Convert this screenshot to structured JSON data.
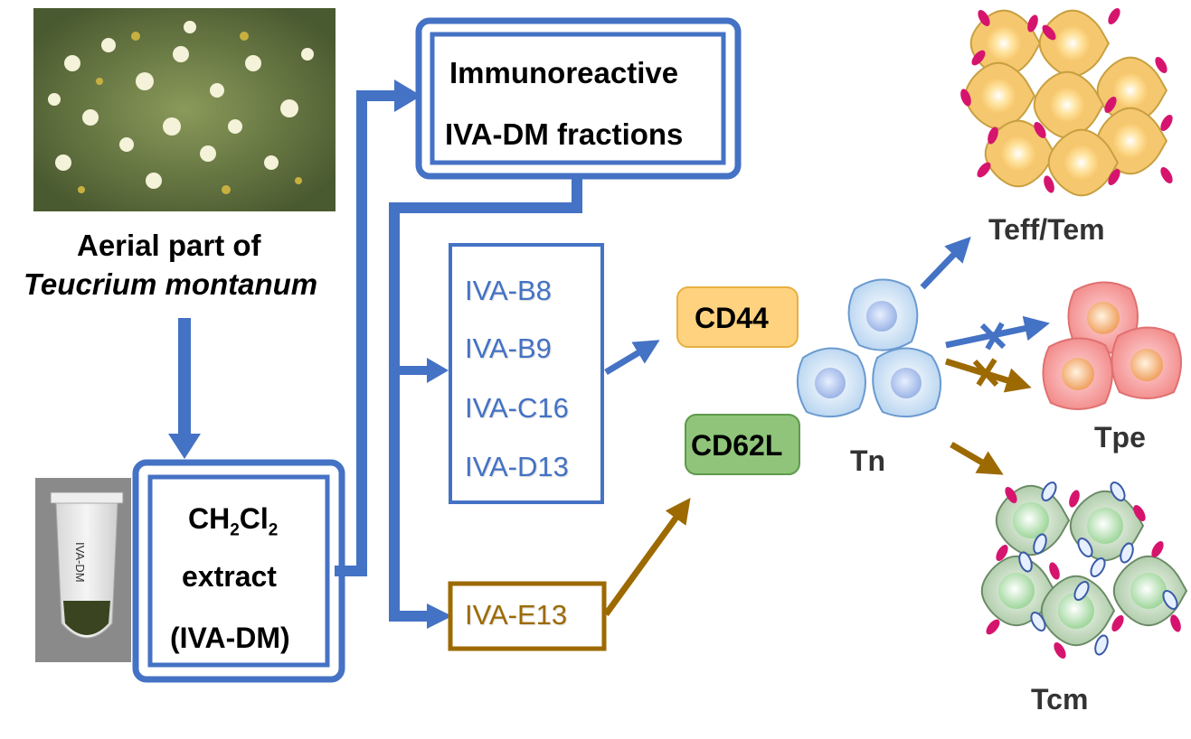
{
  "source": {
    "title_line1": "Aerial part of",
    "title_line2": "Teucrium montanum"
  },
  "extract": {
    "formula_main": "CH",
    "formula_sub1": "2",
    "formula_mid": "Cl",
    "formula_sub2": "2",
    "line2": "extract",
    "line3": "(IVA-DM)"
  },
  "immuno": {
    "line1": "Immunoreactive",
    "line2": "IVA-DM fractions"
  },
  "fractions_blue": [
    "IVA-B8",
    "IVA-B9",
    "IVA-C16",
    "IVA-D13"
  ],
  "fraction_brown": "IVA-E13",
  "markers": {
    "cd44": "CD44",
    "cd62l": "CD62L"
  },
  "cells": {
    "tn": "Tn",
    "teff": "Teff/Tem",
    "tpe": "Tpe",
    "tcm": "Tcm"
  },
  "colors": {
    "blue": "#4472c4",
    "brown": "#9c6a00",
    "cd44_fill": "#ffd27f",
    "cd62l_fill": "#8fc47a"
  }
}
